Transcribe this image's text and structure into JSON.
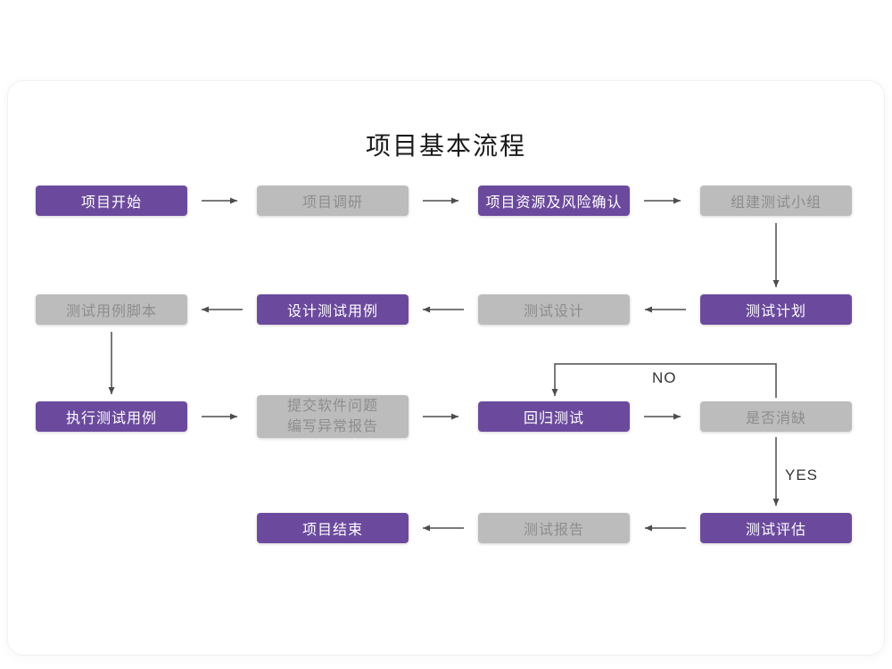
{
  "title": "项目基本流程",
  "nodes": [
    {
      "id": "project-start",
      "label": "项目开始",
      "type": "purple"
    },
    {
      "id": "project-research",
      "label": "项目调研",
      "type": "gray"
    },
    {
      "id": "resources-risk",
      "label": "项目资源及风险确认",
      "type": "purple"
    },
    {
      "id": "build-test-team",
      "label": "组建测试小组",
      "type": "gray"
    },
    {
      "id": "test-plan",
      "label": "测试计划",
      "type": "purple"
    },
    {
      "id": "test-design",
      "label": "测试设计",
      "type": "gray"
    },
    {
      "id": "design-test-cases",
      "label": "设计测试用例",
      "type": "purple"
    },
    {
      "id": "test-case-scripts",
      "label": "测试用例脚本",
      "type": "gray"
    },
    {
      "id": "execute-test-cases",
      "label": "执行测试用例",
      "type": "purple"
    },
    {
      "id": "submit-issues",
      "line1": "提交软件问题",
      "line2": "编写异常报告",
      "type": "gray"
    },
    {
      "id": "regression-test",
      "label": "回归测试",
      "type": "purple"
    },
    {
      "id": "defect-resolved",
      "label": "是否消缺",
      "type": "gray"
    },
    {
      "id": "test-evaluation",
      "label": "测试评估",
      "type": "purple"
    },
    {
      "id": "test-report",
      "label": "测试报告",
      "type": "gray"
    },
    {
      "id": "project-end",
      "label": "项目结束",
      "type": "purple"
    }
  ],
  "edge_labels": {
    "no": "NO",
    "yes": "YES"
  },
  "colors": {
    "purple": "#6b4a9e",
    "gray": "#bcbcbc",
    "gray_text": "#8d8d8d",
    "arrow": "#4d4d4d",
    "title_text": "#1a1a1a",
    "label_text": "#333333"
  }
}
